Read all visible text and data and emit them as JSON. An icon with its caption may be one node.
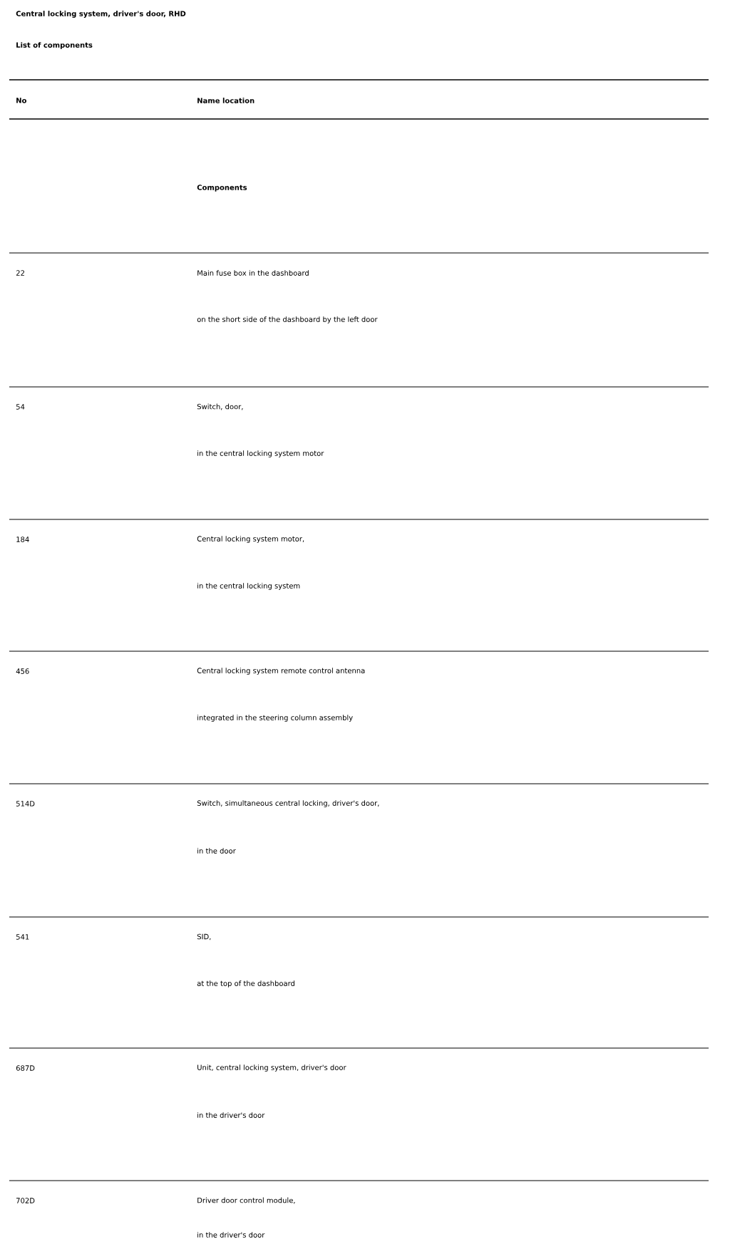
{
  "diagram": {
    "title": "Central locking system, driver's door, RHD",
    "labels": [
      "List of components",
      "No",
      "Name location",
      "Components",
      "22",
      "Main fuse box in the dashboard",
      "on the short side of the dashboard by the left door",
      "54",
      "Switch, door,",
      "in the central locking system motor",
      "184",
      "Central locking system motor,",
      "in the central locking system",
      "456",
      "Central locking system remote control antenna",
      "integrated in the steering column assembly",
      "514D",
      "Switch, simultaneous central locking, driver's door,",
      "in the door",
      "541",
      "SID,",
      "at the top of the dashboard",
      "687D",
      "Unit, central locking system, driver's door",
      "in the driver's door",
      "702D",
      "Driver door control module,",
      "in the driver's door"
    ]
  }
}
